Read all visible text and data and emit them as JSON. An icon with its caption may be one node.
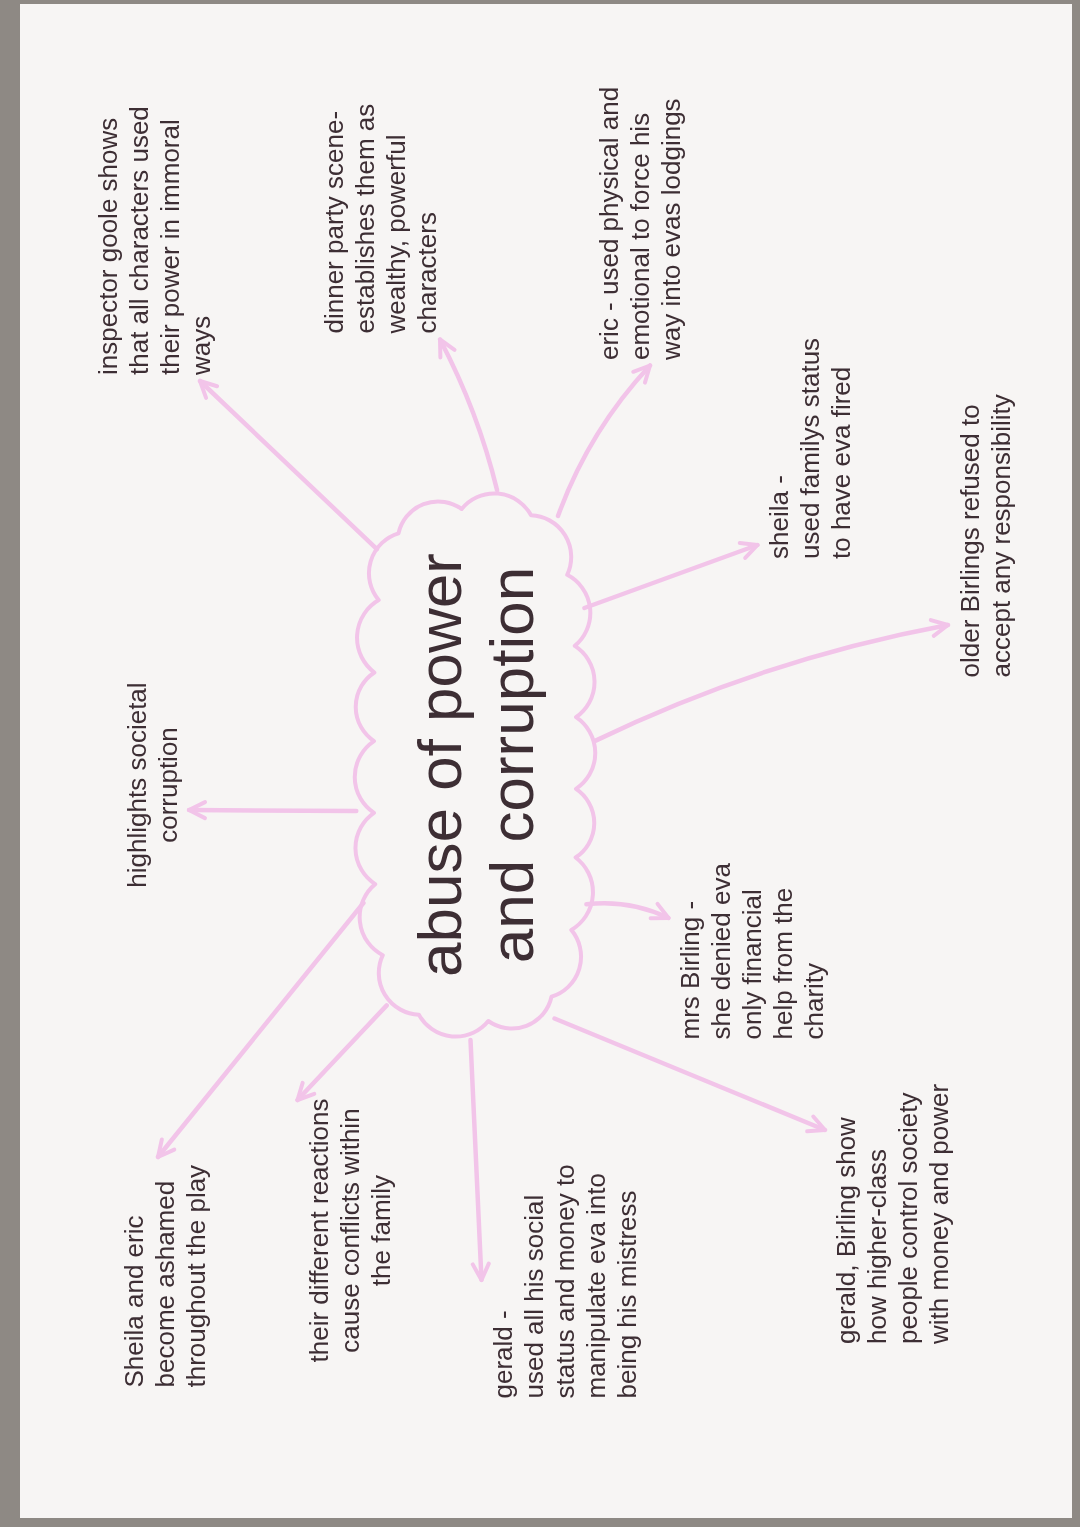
{
  "diagram": {
    "nodes": [
      {
        "text": [
          "abuse of power and corruption"
        ]
      },
      {
        "text": [
          "inspector goole shows that all characters used their power in immoral ways"
        ]
      },
      {
        "text": [
          "dinner party scene- establishes them as wealthy, powerful characters"
        ]
      },
      {
        "text": [
          "eric - used physical and emotional to force his way into evas lodgings"
        ]
      },
      {
        "text": [
          "sheila -",
          "used familys status to have eva fired"
        ]
      },
      {
        "text": [
          "older Birlings refused to accept any responsibility"
        ]
      },
      {
        "text": [
          "mrs Birling -",
          "she denied eva only financial help from the charity"
        ]
      },
      {
        "text": [
          "gerald, Birling show how higher-class people control society with money and power"
        ]
      },
      {
        "text": [
          "gerald -",
          "used all his social status and money to manipulate eva into being his mistress"
        ]
      },
      {
        "text": [
          "their different reactions cause conflicts within the family"
        ]
      },
      {
        "text": [
          "Sheila and eric become ashamed throughout the play"
        ]
      },
      {
        "text": [
          "highlights societal corruption"
        ]
      }
    ],
    "edges": [
      {
        "from": 0,
        "to": 1,
        "arrow": "to"
      },
      {
        "from": 0,
        "to": 2,
        "arrow": "to"
      },
      {
        "from": 0,
        "to": 3,
        "arrow": "to"
      },
      {
        "from": 0,
        "to": 4,
        "arrow": "to"
      },
      {
        "from": 0,
        "to": 5,
        "arrow": "to"
      },
      {
        "from": 0,
        "to": 6,
        "arrow": "to"
      },
      {
        "from": 0,
        "to": 7,
        "arrow": "to"
      },
      {
        "from": 0,
        "to": 8,
        "arrow": "to"
      },
      {
        "from": 0,
        "to": 9,
        "arrow": "to"
      },
      {
        "from": 0,
        "to": 10,
        "arrow": "to"
      },
      {
        "from": 0,
        "to": 11,
        "arrow": "to"
      }
    ]
  }
}
